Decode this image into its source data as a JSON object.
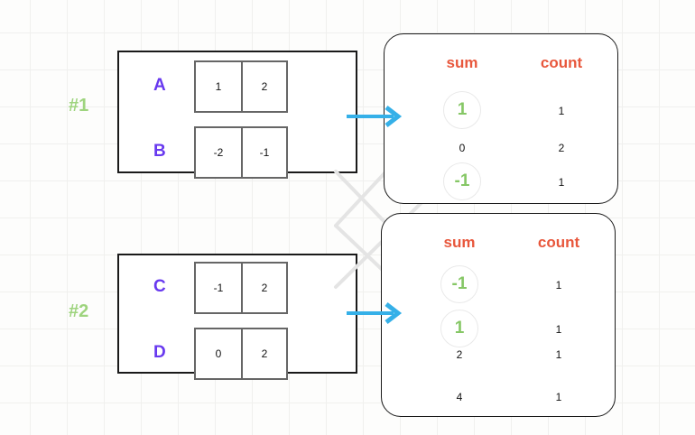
{
  "diagram": {
    "title": "Partial aggregation merge diagram",
    "colors": {
      "background": "#fdfdfc",
      "grid_line": "#f0f0ee",
      "group_tag": "#9ed47e",
      "row_label": "#6839ef",
      "column_header": "#e8573c",
      "arrow": "#35b0e8",
      "link_line": "#e4e4e4",
      "circle_ring": "#e9e9e9",
      "circle_text": "#86c766",
      "panel_border": "#1a1a1a",
      "cell_border": "#666666",
      "value_text": "#111111"
    },
    "groups": [
      {
        "tag": "#1"
      },
      {
        "tag": "#2"
      }
    ],
    "input_panels": [
      {
        "group": "#1",
        "rows": [
          {
            "label": "A",
            "cells": [
              "1",
              "2"
            ]
          },
          {
            "label": "B",
            "cells": [
              "-2",
              "-1"
            ]
          }
        ]
      },
      {
        "group": "#2",
        "rows": [
          {
            "label": "C",
            "cells": [
              "-1",
              "2"
            ]
          },
          {
            "label": "D",
            "cells": [
              "0",
              "2"
            ]
          }
        ]
      }
    ],
    "output_panels": [
      {
        "headers": {
          "sum": "sum",
          "count": "count"
        },
        "rows": [
          {
            "sum": "1",
            "count": "1",
            "highlighted": true
          },
          {
            "sum": "0",
            "count": "2",
            "highlighted": false
          },
          {
            "sum": "-1",
            "count": "1",
            "highlighted": true
          }
        ]
      },
      {
        "headers": {
          "sum": "sum",
          "count": "count"
        },
        "rows": [
          {
            "sum": "-1",
            "count": "1",
            "highlighted": true
          },
          {
            "sum": "1",
            "count": "1",
            "highlighted": true
          },
          {
            "sum": "2",
            "count": "1",
            "highlighted": false
          },
          {
            "sum": "4",
            "count": "1",
            "highlighted": false
          }
        ]
      }
    ],
    "arrows": [
      {
        "from_group": "#1",
        "to_panel": 0
      },
      {
        "from_group": "#2",
        "to_panel": 1
      }
    ],
    "links": [
      {
        "from": "panel0.row0.sum",
        "to": "panel1.row1.sum"
      },
      {
        "from": "panel0.row2.sum",
        "to": "panel1.row0.sum"
      }
    ]
  }
}
